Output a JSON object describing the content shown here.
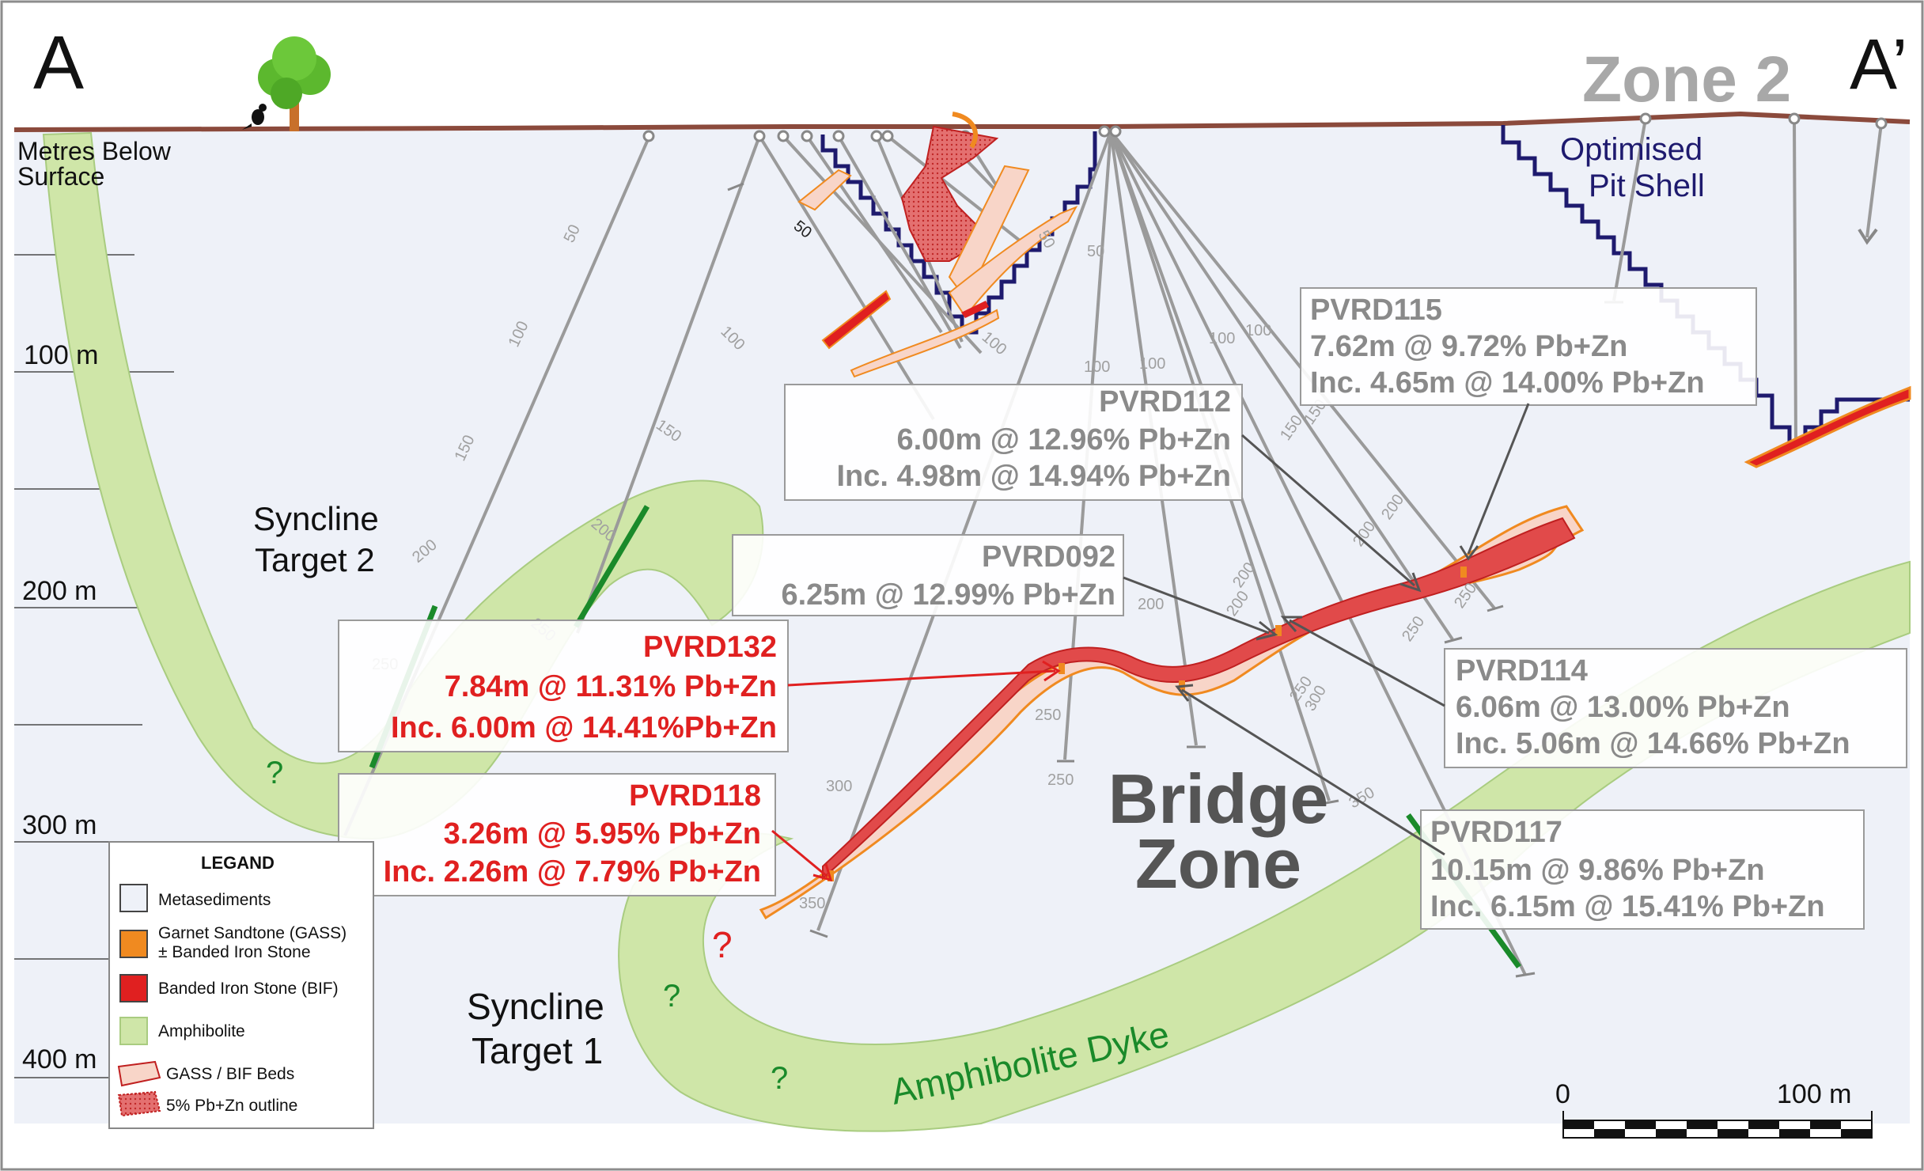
{
  "section_labels": {
    "left": "A",
    "right": "A’"
  },
  "zones": {
    "zone2": "Zone 2",
    "bridge_line1": "Bridge",
    "bridge_line2": "Zone"
  },
  "depth_axis": {
    "title_line1": "Metres Below",
    "title_line2": "Surface",
    "ticks": [
      "100 m",
      "200 m",
      "300 m",
      "400 m"
    ]
  },
  "pit_shell": {
    "line1": "Optimised",
    "line2": "Pit Shell"
  },
  "targets": {
    "syncline2_line1": "Syncline",
    "syncline2_line2": "Target 2",
    "syncline1_line1": "Syncline",
    "syncline1_line2": "Target 1",
    "dyke": "Amphibolite Dyke",
    "question": "?"
  },
  "intercepts": [
    {
      "hole": "PVRD115",
      "line1": "7.62m @ 9.72% Pb+Zn",
      "line2": "Inc. 4.65m @ 14.00% Pb+Zn",
      "color": "#8a8a8a"
    },
    {
      "hole": "PVRD112",
      "line1": "6.00m @ 12.96% Pb+Zn",
      "line2": "Inc. 4.98m @ 14.94% Pb+Zn",
      "color": "#8a8a8a"
    },
    {
      "hole": "PVRD092",
      "line1": "6.25m @ 12.99% Pb+Zn",
      "line2": "",
      "color": "#8a8a8a"
    },
    {
      "hole": "PVRD132",
      "line1": "7.84m @ 11.31% Pb+Zn",
      "line2": "Inc. 6.00m @ 14.41%Pb+Zn",
      "color": "#e02020"
    },
    {
      "hole": "PVRD118",
      "line1": "3.26m @ 5.95% Pb+Zn",
      "line2": "Inc. 2.26m @ 7.79% Pb+Zn",
      "color": "#e02020"
    },
    {
      "hole": "PVRD114",
      "line1": "6.06m @ 13.00% Pb+Zn",
      "line2": "Inc. 5.06m @ 14.66% Pb+Zn",
      "color": "#8a8a8a"
    },
    {
      "hole": "PVRD117",
      "line1": "10.15m @ 9.86% Pb+Zn",
      "line2": "Inc. 6.15m @ 15.41% Pb+Zn",
      "color": "#8a8a8a"
    }
  ],
  "hole_depth_marks": [
    "50",
    "100",
    "150",
    "200",
    "250",
    "300",
    "350"
  ],
  "legend": {
    "title": "LEGAND",
    "items": [
      {
        "label": "Metasediments",
        "color": "#eef1f8"
      },
      {
        "label": "Garnet Sandtone (GASS)",
        "label2": "± Banded Iron Stone",
        "color": "#f08a20"
      },
      {
        "label": "Banded Iron Stone (BIF)",
        "color": "#e02020"
      },
      {
        "label": "Amphibolite",
        "color": "#cfe6a8"
      },
      {
        "label": "GASS / BIF Beds",
        "color": "#f8d5c8"
      },
      {
        "label": "5% Pb+Zn outline",
        "color": "#e06060"
      }
    ]
  },
  "scale_bar": {
    "start": "0",
    "end": "100 m"
  },
  "colors": {
    "surface": "#8b4a3c",
    "amphibolite": "#cfe6a8",
    "drill": "#9a9a9a",
    "pit": "#1e1a6e",
    "bif": "#e02020",
    "gass": "#f08a20",
    "zone_text": "#a8a8a8",
    "green": "#1a8a2a"
  }
}
